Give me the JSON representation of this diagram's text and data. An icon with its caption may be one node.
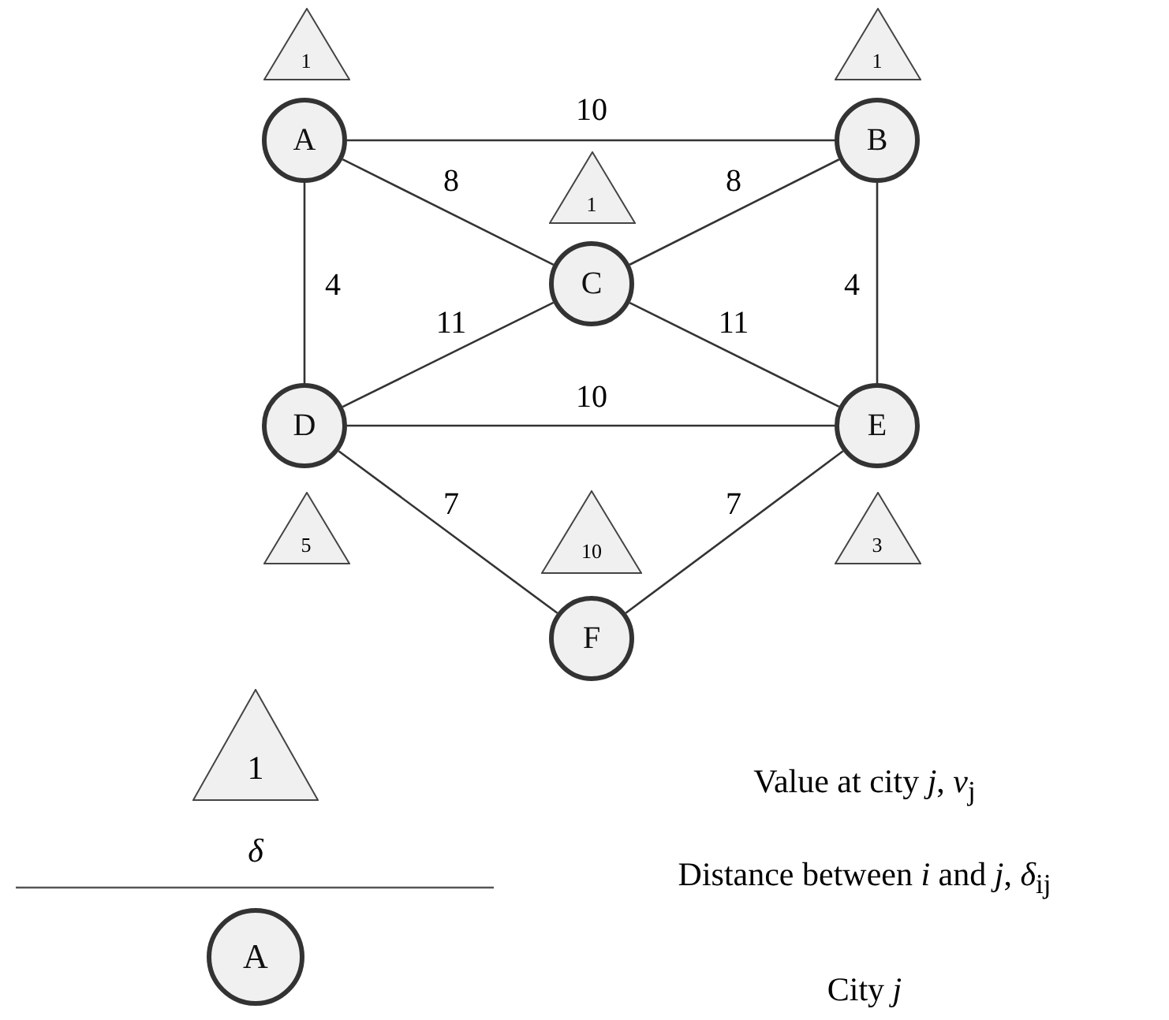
{
  "diagram": {
    "nodes": [
      {
        "text": [
          "1"
        ]
      },
      {
        "text": [
          "1"
        ]
      },
      {
        "text": [
          "A"
        ]
      },
      {
        "text": [
          "B"
        ]
      },
      {
        "text": [
          "1"
        ]
      },
      {
        "text": [
          "C"
        ]
      },
      {
        "text": [
          "D"
        ]
      },
      {
        "text": [
          "E"
        ]
      },
      {
        "text": [
          "5"
        ]
      },
      {
        "text": [
          "10"
        ]
      },
      {
        "text": [
          "3"
        ]
      },
      {
        "text": [
          "F"
        ]
      }
    ],
    "edges": [
      {
        "from": 2,
        "to": 3,
        "arrow": "none",
        "label": "10"
      },
      {
        "from": 2,
        "to": 5,
        "arrow": "none",
        "label": "8"
      },
      {
        "from": 3,
        "to": 5,
        "arrow": "none",
        "label": "8"
      },
      {
        "from": 2,
        "to": 6,
        "arrow": "none",
        "label": "4"
      },
      {
        "from": 3,
        "to": 7,
        "arrow": "none",
        "label": "4"
      },
      {
        "from": 6,
        "to": 5,
        "arrow": "none",
        "label": "11"
      },
      {
        "from": 5,
        "to": 7,
        "arrow": "none",
        "label": "11"
      },
      {
        "from": 6,
        "to": 7,
        "arrow": "none",
        "label": "10"
      },
      {
        "from": 6,
        "to": 11,
        "arrow": "none",
        "label": "7"
      },
      {
        "from": 7,
        "to": 11,
        "arrow": "none",
        "label": "7"
      }
    ],
    "labels": [
      "1",
      "δ",
      "A"
    ],
    "legend": [
      {
        "text": "Value at city *j*, *v*$_{j}$"
      },
      {
        "text": "Distance between *i* and *j*, *δ*$_{ij}$"
      },
      {
        "text": "City *j*"
      }
    ]
  }
}
